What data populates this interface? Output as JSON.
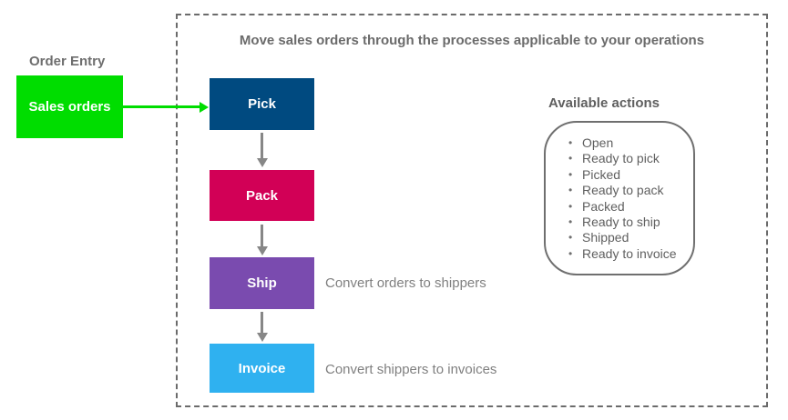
{
  "order_entry": {
    "label": "Order Entry",
    "box_label": "Sales orders",
    "box_color": "#00dd00"
  },
  "process_panel": {
    "title": "Move sales orders through the processes applicable to your operations",
    "steps": [
      {
        "label": "Pick",
        "color": "#004a80"
      },
      {
        "label": "Pack",
        "color": "#d20056"
      },
      {
        "label": "Ship",
        "color": "#7a4baf",
        "caption": "Convert orders to shippers"
      },
      {
        "label": "Invoice",
        "color": "#2fb1f0",
        "caption": "Convert shippers to invoices"
      }
    ],
    "available_actions": {
      "heading": "Available actions",
      "items": [
        "Open",
        "Ready to pick",
        "Picked",
        "Ready to pack",
        "Packed",
        "Ready to ship",
        "Shipped",
        "Ready to invoice"
      ]
    }
  },
  "colors": {
    "arrow_green": "#00dd00",
    "arrow_gray": "#878787",
    "panel_border_gray": "#6b6b6b",
    "heading_text_gray": "#5f5f5f",
    "caption_text_gray": "#808080"
  }
}
